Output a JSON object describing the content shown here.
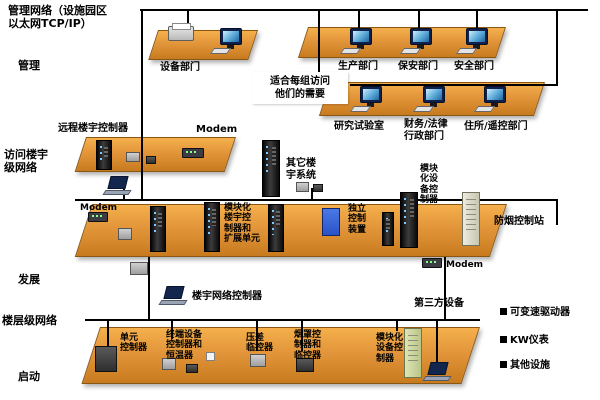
{
  "header": {
    "title": "管理网络（设施园区\n以太网TCP/IP）"
  },
  "side": {
    "management": "管理",
    "access": "访问楼宇\n级网络",
    "development": "发展",
    "floor": "楼层级网络",
    "startup": "启动"
  },
  "mgmt": {
    "equipment_dept": "设备部门",
    "production_dept": "生产部门",
    "security_dept": "保安部门",
    "safety_dept": "安全部门",
    "note": "适合每组访问\n他们的需要",
    "research_lab": "研究试验室",
    "finance_legal": "财务/法律\n行政部门",
    "residence_remote": "住所/遥控部门"
  },
  "access": {
    "remote_building_controller": "远程楼宇控制器",
    "modem_top": "Modem",
    "modem_left": "Modem",
    "other_building_systems": "其它楼\n宇系统",
    "modular_equipment_controller": "模块\n化设\n备控\n制器",
    "smoke_control_station": "防烟控制站",
    "modular_building_controller": "模块化\n楼宇控\n制器和\n扩展单元",
    "independent_control": "独立\n控制\n装置"
  },
  "dev": {
    "building_network_controller": "楼宇网络控制器",
    "modem": "Modem",
    "third_party": "第三方设备"
  },
  "floor": {
    "unit_controller": "单元\n控制器",
    "terminal_controller": "终端设备\n控制器和\n恒温器",
    "pressure_monitor": "压差\n临控器",
    "hood_controller": "烟罩控\n制器和\n临控器",
    "modular_device_controller": "模块化\n设备控\n制器"
  },
  "legend": {
    "items": [
      {
        "label": "可变速驱动器"
      },
      {
        "label": "KW仪表"
      },
      {
        "label": "其他设施"
      }
    ]
  },
  "colors": {
    "platform-light": "#f5b04c",
    "platform-dark": "#c87a1e",
    "line": "#000000",
    "screen-blue": "#58a8d8",
    "device-blue": "#2b52c8"
  }
}
